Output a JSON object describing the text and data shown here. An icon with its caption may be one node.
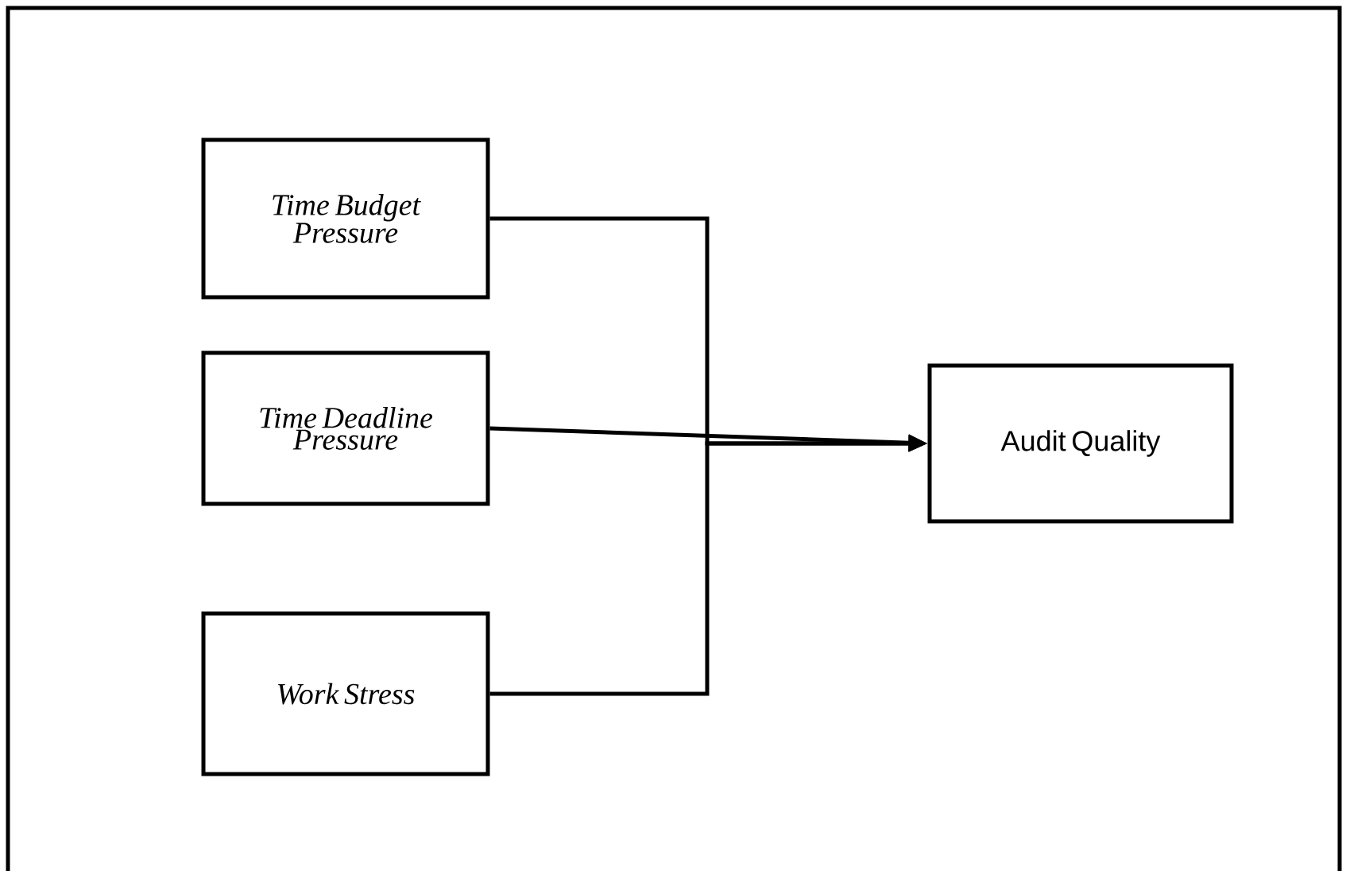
{
  "diagram": {
    "nodes": [
      {
        "text": [
          "Time Budget Pressure"
        ]
      },
      {
        "text": [
          "Time Deadline Pressure"
        ]
      },
      {
        "text": [
          "Work Stress"
        ]
      },
      {
        "text": [
          "Audit Quality"
        ]
      }
    ],
    "edges": [
      {
        "from": 0,
        "to": 3,
        "arrow": "to"
      },
      {
        "from": 1,
        "to": 3,
        "arrow": "to"
      },
      {
        "from": 2,
        "to": 3,
        "arrow": "to"
      }
    ]
  }
}
